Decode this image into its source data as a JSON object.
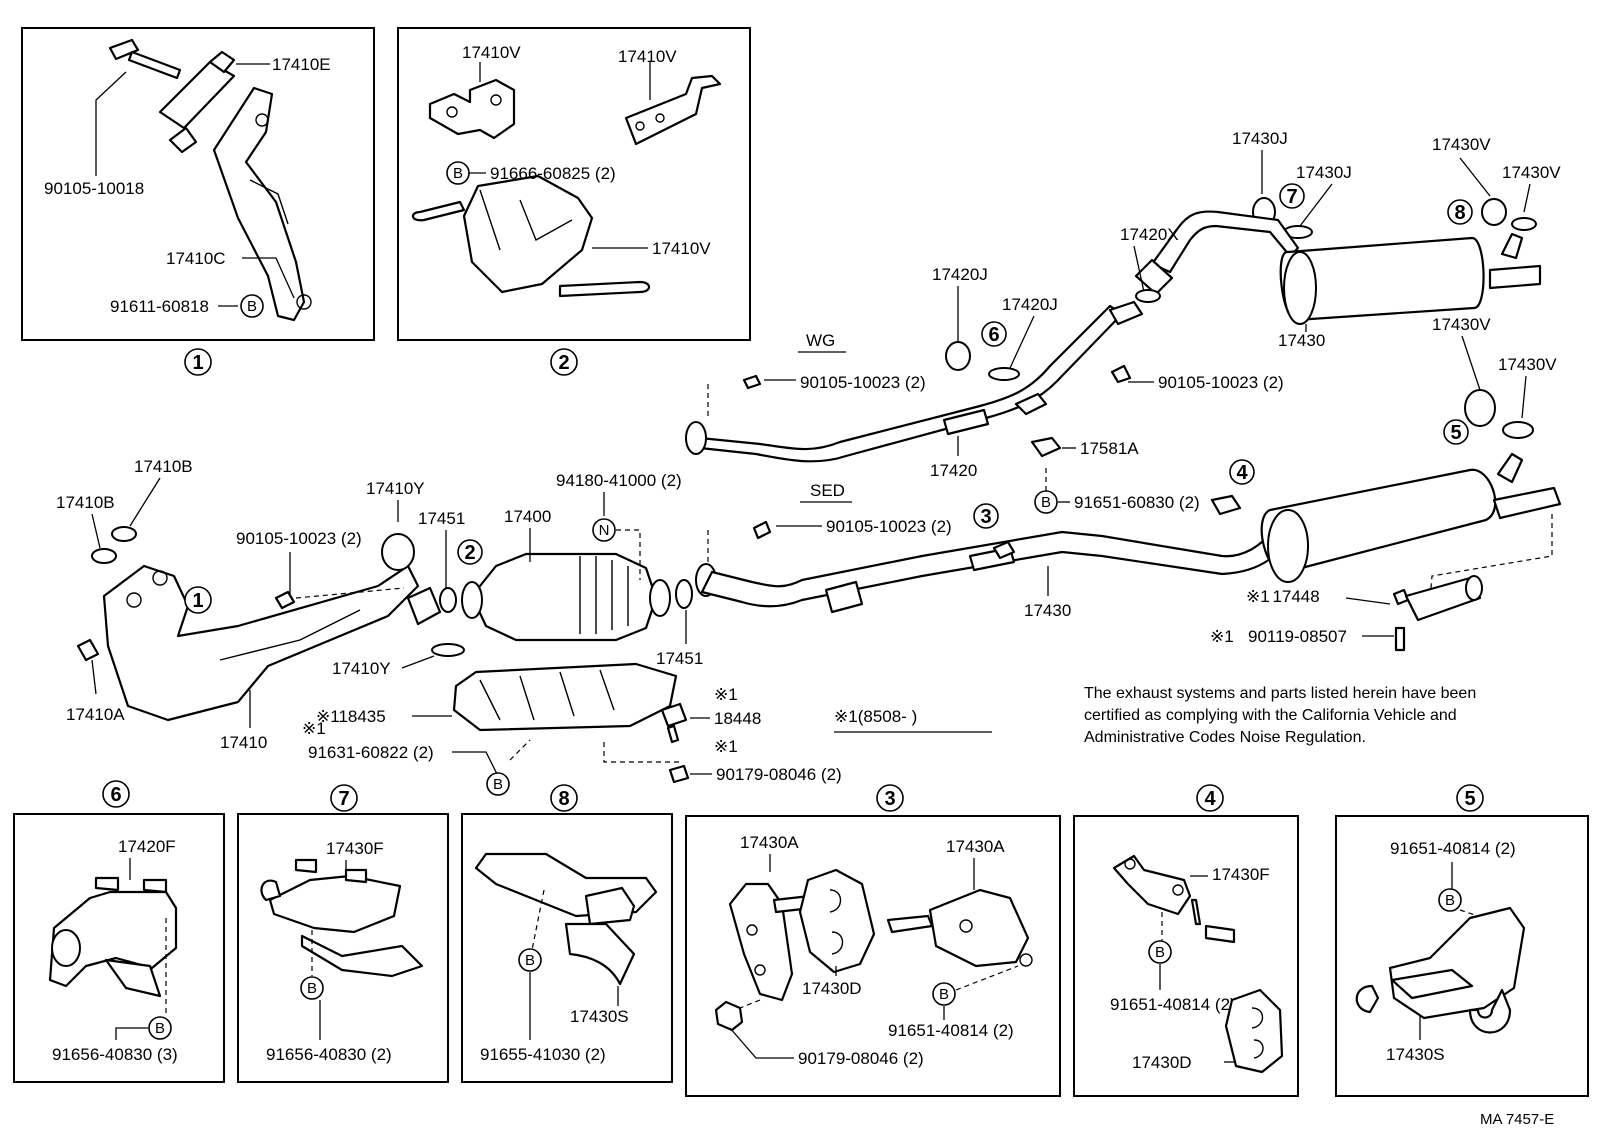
{
  "callouts": {
    "c_17410E": "17410E",
    "c_90105_10018": "90105-10018",
    "c_17410C": "17410C",
    "c_91611_60818": "91611-60818",
    "c_17410V_a": "17410V",
    "c_17410V_b": "17410V",
    "c_91666_60825": "91666-60825 (2)",
    "c_17410V_c": "17410V",
    "c_17430J_a": "17430J",
    "c_17430J_b": "17430J",
    "c_17430V_a": "17430V",
    "c_17430V_b": "17430V",
    "c_17420X": "17420X",
    "c_17420J_a": "17420J",
    "c_17420J_b": "17420J",
    "c_17430_top": "17430",
    "c_17430V_c": "17430V",
    "c_17430V_d": "17430V",
    "c_wg": "WG",
    "c_90105_10023_wg1": "90105-10023 (2)",
    "c_90105_10023_wg2": "90105-10023 (2)",
    "c_17420": "17420",
    "c_17581A": "17581A",
    "c_91651_60830": "91651-60830 (2)",
    "c_17410B_a": "17410B",
    "c_17410B_b": "17410B",
    "c_17410Y_a": "17410Y",
    "c_17451_a": "17451",
    "c_90105_10023_mid": "90105-10023 (2)",
    "c_17400": "17400",
    "c_94180_41000": "94180-41000 (2)",
    "c_sed": "SED",
    "c_90105_10023_sed": "90105-10023 (2)",
    "c_17451_b": "17451",
    "c_17430_mid": "17430",
    "c_17448": "17448",
    "c_90119_08507": "90119-08507",
    "c_17410Y_b": "17410Y",
    "c_17410A": "17410A",
    "c_17410": "17410",
    "c_18435": "18435",
    "c_91631_60822": "91631-60822 (2)",
    "c_18448": "18448",
    "c_90179_08046_a": "90179-08046 (2)",
    "c_8508": "(8508-      )",
    "c_17420F": "17420F",
    "c_91656_40830_a": "91656-40830 (3)",
    "c_17430F_a": "17430F",
    "c_91656_40830_b": "91656-40830 (2)",
    "c_91655_41030": "91655-41030 (2)",
    "c_17430S_a": "17430S",
    "c_17430A_a": "17430A",
    "c_17430A_b": "17430A",
    "c_17430D_a": "17430D",
    "c_91651_40814_a": "91651-40814 (2)",
    "c_90179_08046_b": "90179-08046 (2)",
    "c_17430F_b": "17430F",
    "c_91651_40814_b": "91651-40814 (2)",
    "c_17430D_b": "17430D",
    "c_91651_40814_c": "91651-40814 (2)",
    "c_17430S_b": "17430S"
  },
  "markers": {
    "b": "B",
    "n": "N",
    "star": "※1",
    "n1": "1",
    "n2": "2",
    "n3": "3",
    "n4": "4",
    "n5": "5",
    "n6": "6",
    "n7": "7",
    "n8": "8"
  },
  "note": {
    "line1": "The exhaust systems and parts listed herein have been",
    "line2": "certified as complying with the California Vehicle and",
    "line3": "Administrative Codes Noise Regulation."
  },
  "reference": "MA  7457-E"
}
